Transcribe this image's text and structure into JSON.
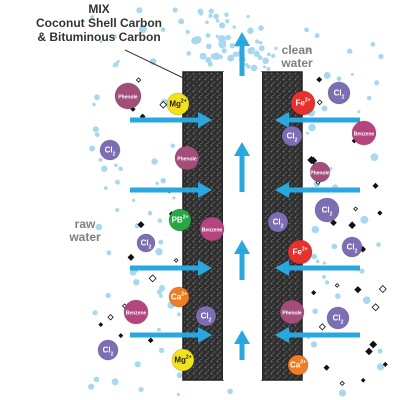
{
  "mix_label": "MIX",
  "carbon_line1": "Coconut Shell Carbon",
  "carbon_line2": "& Bituminous Carbon",
  "clean_water_line1": "clean",
  "clean_water_line2": "water",
  "raw_water_line1": "raw",
  "raw_water_line2": "water",
  "colors": {
    "arrow": "#29a8e0",
    "carbon": "#3a3a3a",
    "phenole": "#a24d7a",
    "benzene": "#b6457f",
    "chlorine": "#7d6eb3",
    "magnesium": "#f2e21a",
    "iron": "#e5312f",
    "lead": "#27a744",
    "calcium": "#f07d22",
    "bubble": "#a8d8f0"
  },
  "molecules": [
    {
      "kind": "phenole",
      "label": "Phenole"
    },
    {
      "kind": "magnesium",
      "label": "Mg",
      "sup": "2+"
    },
    {
      "kind": "chlorine",
      "label": "Cl",
      "sub": "2"
    },
    {
      "kind": "phenole",
      "label": "Phenole"
    },
    {
      "kind": "lead",
      "label": "PB",
      "sup": "2+"
    },
    {
      "kind": "benzene",
      "label": "Benzene"
    },
    {
      "kind": "chlorine",
      "label": "Cl",
      "sub": "2"
    },
    {
      "kind": "calcium",
      "label": "Ca",
      "sup": "2+"
    },
    {
      "kind": "benzene",
      "label": "Benzene"
    },
    {
      "kind": "chlorine",
      "label": "Cl",
      "sub": "2"
    },
    {
      "kind": "chlorine",
      "label": "Cl",
      "sub": "2"
    },
    {
      "kind": "magnesium",
      "label": "Mg",
      "sup": "2+"
    },
    {
      "kind": "iron",
      "label": "Fe",
      "sup": "2+"
    },
    {
      "kind": "chlorine",
      "label": "Cl",
      "sub": "2"
    },
    {
      "kind": "benzene",
      "label": "Benzene"
    },
    {
      "kind": "chlorine",
      "label": "Cl",
      "sub": "2"
    },
    {
      "kind": "phenole",
      "label": "Phenole"
    },
    {
      "kind": "chlorine",
      "label": "Cl",
      "sub": "2"
    },
    {
      "kind": "chlorine",
      "label": "Cl",
      "sub": "2"
    },
    {
      "kind": "iron",
      "label": "Fe",
      "sup": "2+"
    },
    {
      "kind": "chlorine",
      "label": "Cl",
      "sub": "2"
    },
    {
      "kind": "phenole",
      "label": "Phenole"
    },
    {
      "kind": "chlorine",
      "label": "Cl",
      "sub": "2"
    },
    {
      "kind": "calcium",
      "label": "Ca",
      "sup": "2+"
    }
  ]
}
